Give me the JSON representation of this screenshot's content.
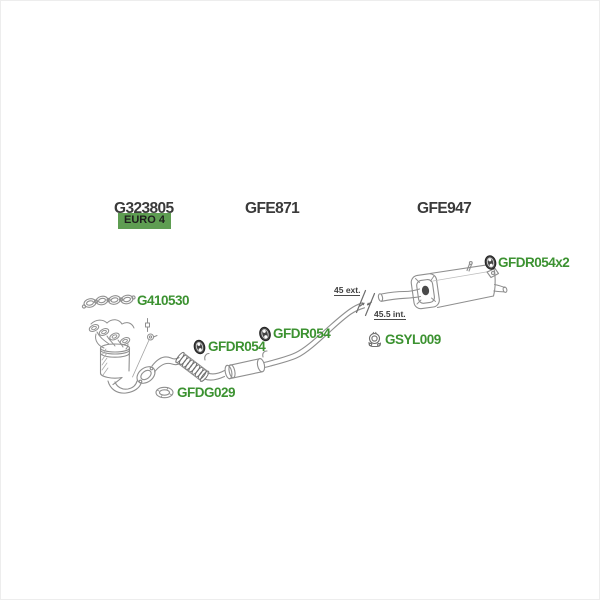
{
  "colors": {
    "background": "#ffffff",
    "title_text": "#3a3a3a",
    "part_link_green": "#3c9231",
    "badge_background": "#5e9d52",
    "badge_text": "#1e1e1e",
    "line_art_gray": "#909090",
    "annotation_text": "#3f3f3f"
  },
  "headers": {
    "front_section": {
      "title": "G323805",
      "badge": "EURO 4"
    },
    "middle_section": {
      "title": "GFE871"
    },
    "rear_section": {
      "title": "GFE947"
    }
  },
  "part_labels": {
    "manifold_gasket": "G410530",
    "front_hanger": "GFDR054",
    "mid_hanger": "GFDR054",
    "flange_gasket": "GFDG029",
    "rear_hanger": "GFDR054x2",
    "clamp": "GSYL009"
  },
  "annotations": {
    "pipe_outer_diameter": "45 ext.",
    "pipe_inner_diameter": "45.5 int."
  },
  "icons": {
    "hanger": "rubber-hanger-icon",
    "gasket_ring": "gasket-ring-icon",
    "clamp": "pipe-clamp-icon",
    "oxygen_sensor": "oxygen-sensor-icon"
  }
}
